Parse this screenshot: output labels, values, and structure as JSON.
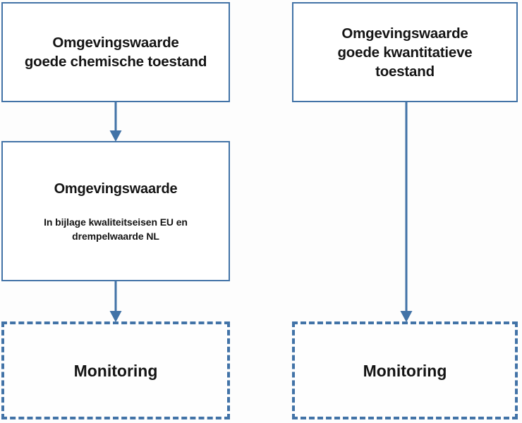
{
  "diagram": {
    "title": "Omgevingswaarde flowchart",
    "background_color": "#fdfdfd",
    "accent_color": "#4273a7",
    "text_color": "#141414",
    "columns": [
      {
        "name": "chemische-toestand-column",
        "nodes": [
          "box-chem",
          "box-omg",
          "box-mon-left"
        ]
      },
      {
        "name": "kwantitatieve-toestand-column",
        "nodes": [
          "box-kwant",
          "box-mon-right"
        ]
      }
    ]
  },
  "nodes": {
    "chemische_toestand": {
      "name": "omgevingswaarde-goede-chemische-toestand",
      "title": "Omgevingswaarde\ngoede chemische toestand",
      "style": "solid",
      "border_color": "#4273a7"
    },
    "omgevingswaarde": {
      "name": "omgevingswaarde-details",
      "title": "Omgevingswaarde",
      "subtitle": "In bijlage kwaliteitseisen EU en\ndrempelwaarde NL",
      "style": "solid",
      "border_color": "#4273a7"
    },
    "monitoring_left": {
      "name": "monitoring-chemisch",
      "title": "Monitoring",
      "style": "dashed",
      "border_color": "#4273a7"
    },
    "kwantitatieve_toestand": {
      "name": "omgevingswaarde-goede-kwantitatieve-toestand",
      "title": "Omgevingswaarde\ngoede kwantitatieve\ntoestand",
      "style": "solid",
      "border_color": "#4273a7"
    },
    "monitoring_right": {
      "name": "monitoring-kwantitatief",
      "title": "Monitoring",
      "style": "dashed",
      "border_color": "#4273a7"
    }
  },
  "connectors": [
    {
      "name": "arrow-chemische-to-omgevingswaarde",
      "from": "chemische_toestand",
      "to": "omgevingswaarde",
      "type": "arrow-down",
      "color": "#4273a7"
    },
    {
      "name": "arrow-omgevingswaarde-to-monitoring",
      "from": "omgevingswaarde",
      "to": "monitoring_left",
      "type": "arrow-down",
      "color": "#4273a7"
    },
    {
      "name": "arrow-kwantitatieve-to-monitoring",
      "from": "kwantitatieve_toestand",
      "to": "monitoring_right",
      "type": "arrow-down",
      "color": "#4273a7"
    }
  ]
}
